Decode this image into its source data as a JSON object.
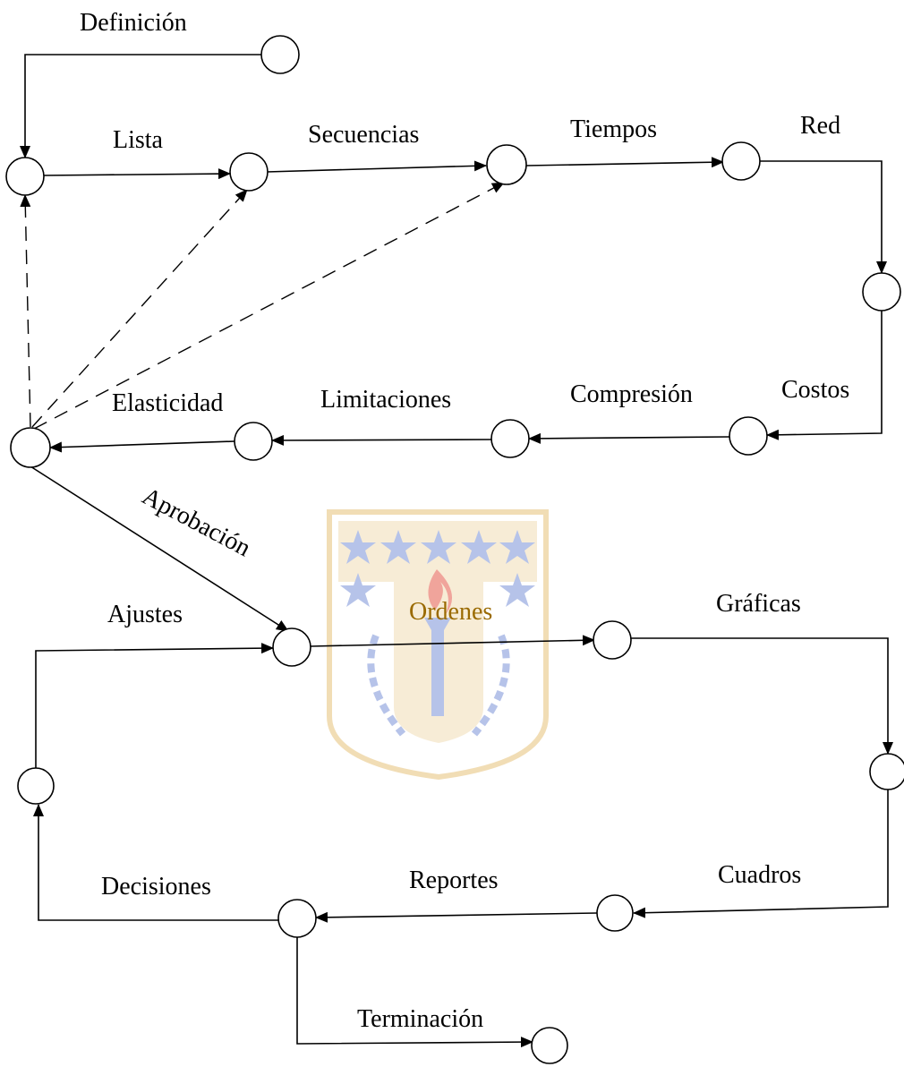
{
  "labels": {
    "definicion": "Definición",
    "lista": "Lista",
    "secuencias": "Secuencias",
    "tiempos": "Tiempos",
    "red": "Red",
    "costos": "Costos",
    "compresion": "Compresión",
    "limitaciones": "Limitaciones",
    "elasticidad": "Elasticidad",
    "aprobacion": "Aprobación",
    "ajustes": "Ajustes",
    "ordenes": "Ordenes",
    "graficas": "Gráficas",
    "cuadros": "Cuadros",
    "reportes": "Reportes",
    "decisiones": "Decisiones",
    "terminacion": "Terminación"
  },
  "colors": {
    "line": "#000000",
    "watermark_blue": "#7b93d8",
    "watermark_gold": "#e7c27a",
    "watermark_red": "#e45a4a"
  }
}
